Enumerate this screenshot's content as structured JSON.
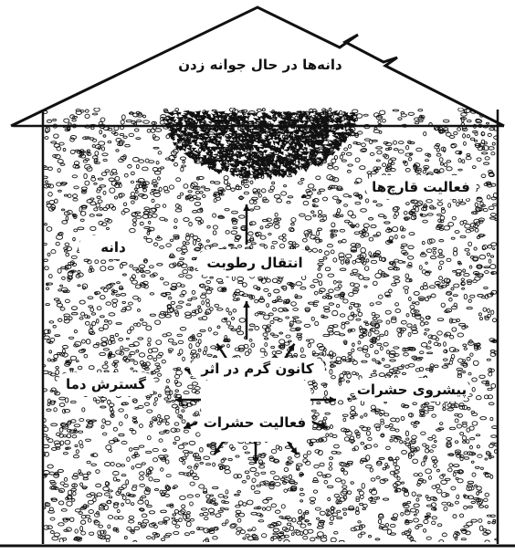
{
  "labels": {
    "germinating": "دانه‌ها در حال جوانه زدن",
    "fungi": "فعالیت قارچ‌ها",
    "grain": "دانه",
    "moisture": "انتقال رطوبت",
    "hotspot_line1": "کانون گرم در اثر",
    "hotspot_line2": "فعالیت حشرات",
    "heat_spread": "گسترش دما",
    "insect_advance": "پیشروی حشرات"
  },
  "colors": {
    "ink": "#111111",
    "paper": "#ffffff"
  }
}
